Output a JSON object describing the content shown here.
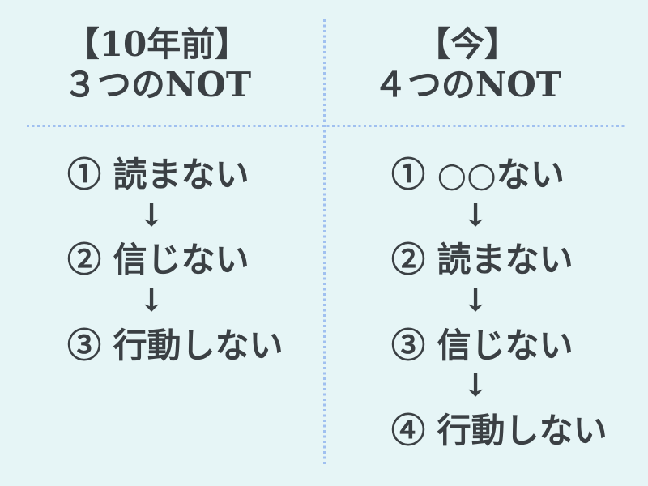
{
  "diagram": {
    "columns": [
      {
        "header_line1": "【10年前】",
        "header_line2": "３つのNOT",
        "steps": [
          "① 読まない",
          "② 信じない",
          "③ 行動しない"
        ]
      },
      {
        "header_line1": "【今】",
        "header_line2": "４つのNOT",
        "steps": [
          "① ○○ない",
          "② 読まない",
          "③ 信じない",
          "④ 行動しない"
        ]
      }
    ],
    "arrow_glyph": "↓",
    "colors": {
      "background": "#e6f5f6",
      "divider_dots": "#a0c0f0",
      "text": "#3b4044"
    }
  }
}
